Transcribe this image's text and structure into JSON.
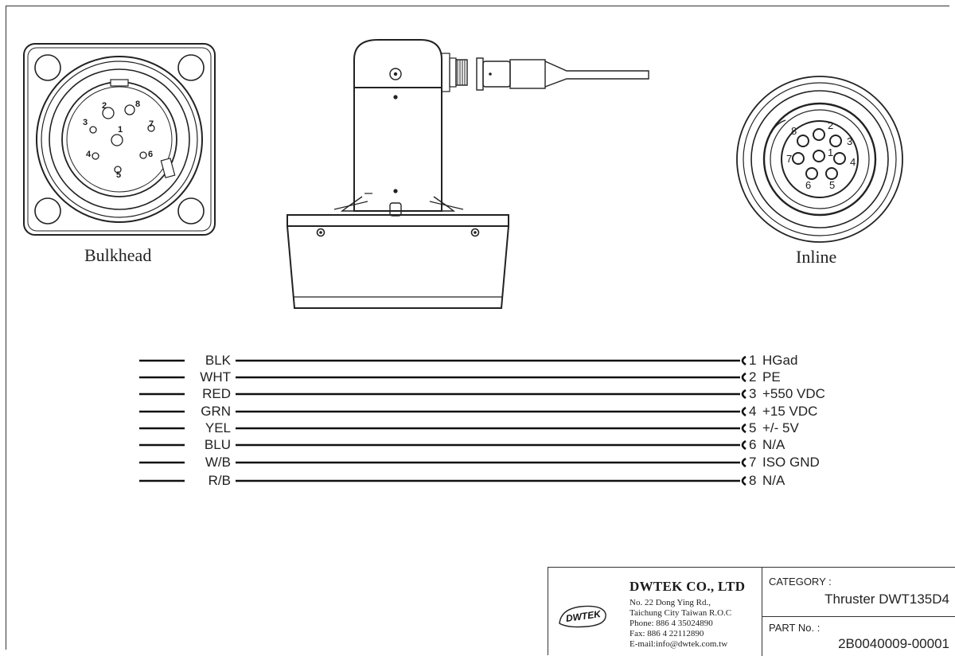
{
  "captions": {
    "bulkhead": "Bulkhead",
    "inline": "Inline"
  },
  "bulkhead_pins": [
    "1",
    "2",
    "3",
    "4",
    "5",
    "6",
    "7",
    "8"
  ],
  "inline_pins": [
    "1",
    "2",
    "3",
    "4",
    "5",
    "6",
    "7",
    "8"
  ],
  "wiring": [
    {
      "color": "BLK",
      "pin": "1",
      "signal": "HGad"
    },
    {
      "color": "WHT",
      "pin": "2",
      "signal": "PE"
    },
    {
      "color": "RED",
      "pin": "3",
      "signal": "+550 VDC"
    },
    {
      "color": "GRN",
      "pin": "4",
      "signal": "+15 VDC"
    },
    {
      "color": "YEL",
      "pin": "5",
      "signal": "+/- 5V"
    },
    {
      "color": "BLU",
      "pin": "6",
      "signal": "N/A"
    },
    {
      "color": "W/B",
      "pin": "7",
      "signal": "ISO GND"
    },
    {
      "color": "R/B",
      "pin": "8",
      "signal": "N/A"
    }
  ],
  "titleblock": {
    "logo_text": "DWTEK",
    "company": "DWTEK CO., LTD",
    "address_lines": [
      "No. 22 Dong Ying Rd.,",
      "Taichung City Taiwan R.O.C",
      "Phone: 886 4 35024890",
      "Fax: 886 4 22112890",
      "E-mail:info@dwtek.com.tw"
    ],
    "category_label": "CATEGORY :",
    "category_value": "Thruster DWT135D4",
    "part_label": "PART No. :",
    "part_value": "2B0040009-00001"
  },
  "colors": {
    "ink": "#1a1a1a",
    "paper": "#ffffff"
  }
}
